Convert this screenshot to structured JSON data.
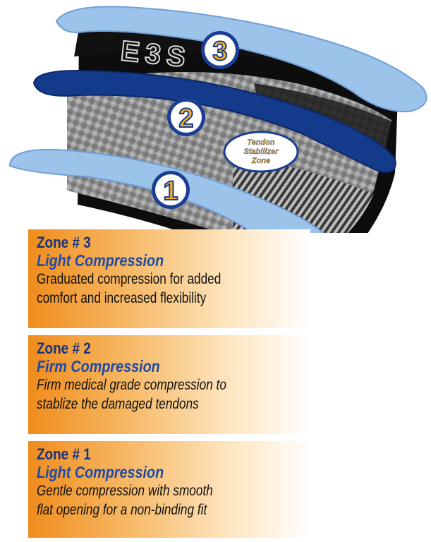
{
  "badges": {
    "zone3_number": "3",
    "zone2_number": "2",
    "zone1_number": "1"
  },
  "band": {
    "logo_text": "E3S",
    "stabilizer_label_line1": "Tendon",
    "stabilizer_label_line2": "Stabilizer",
    "stabilizer_label_line3": "Zone"
  },
  "zones": [
    {
      "title": "Zone # 3",
      "subtitle": "Light Compression",
      "desc_line1": "Graduated compression for added",
      "desc_line2": "comfort and increased flexibility"
    },
    {
      "title": "Zone # 2",
      "subtitle": "Firm Compression",
      "desc_line1": "Firm medical grade compression to",
      "desc_line2": "stablize the damaged tendons"
    },
    {
      "title": "Zone # 1",
      "subtitle": "Light Compression",
      "desc_line1": "Gentle compression with smooth",
      "desc_line2": "flat opening for a non-binding fit"
    }
  ],
  "colors": {
    "ring_light": "#9cc3ea",
    "ring_dark": "#143a8c",
    "badge_fill": "#f6b21a",
    "badge_text": "#1b3d93",
    "title_text": "#17337f",
    "gradient_orange": "#f08c1c"
  }
}
